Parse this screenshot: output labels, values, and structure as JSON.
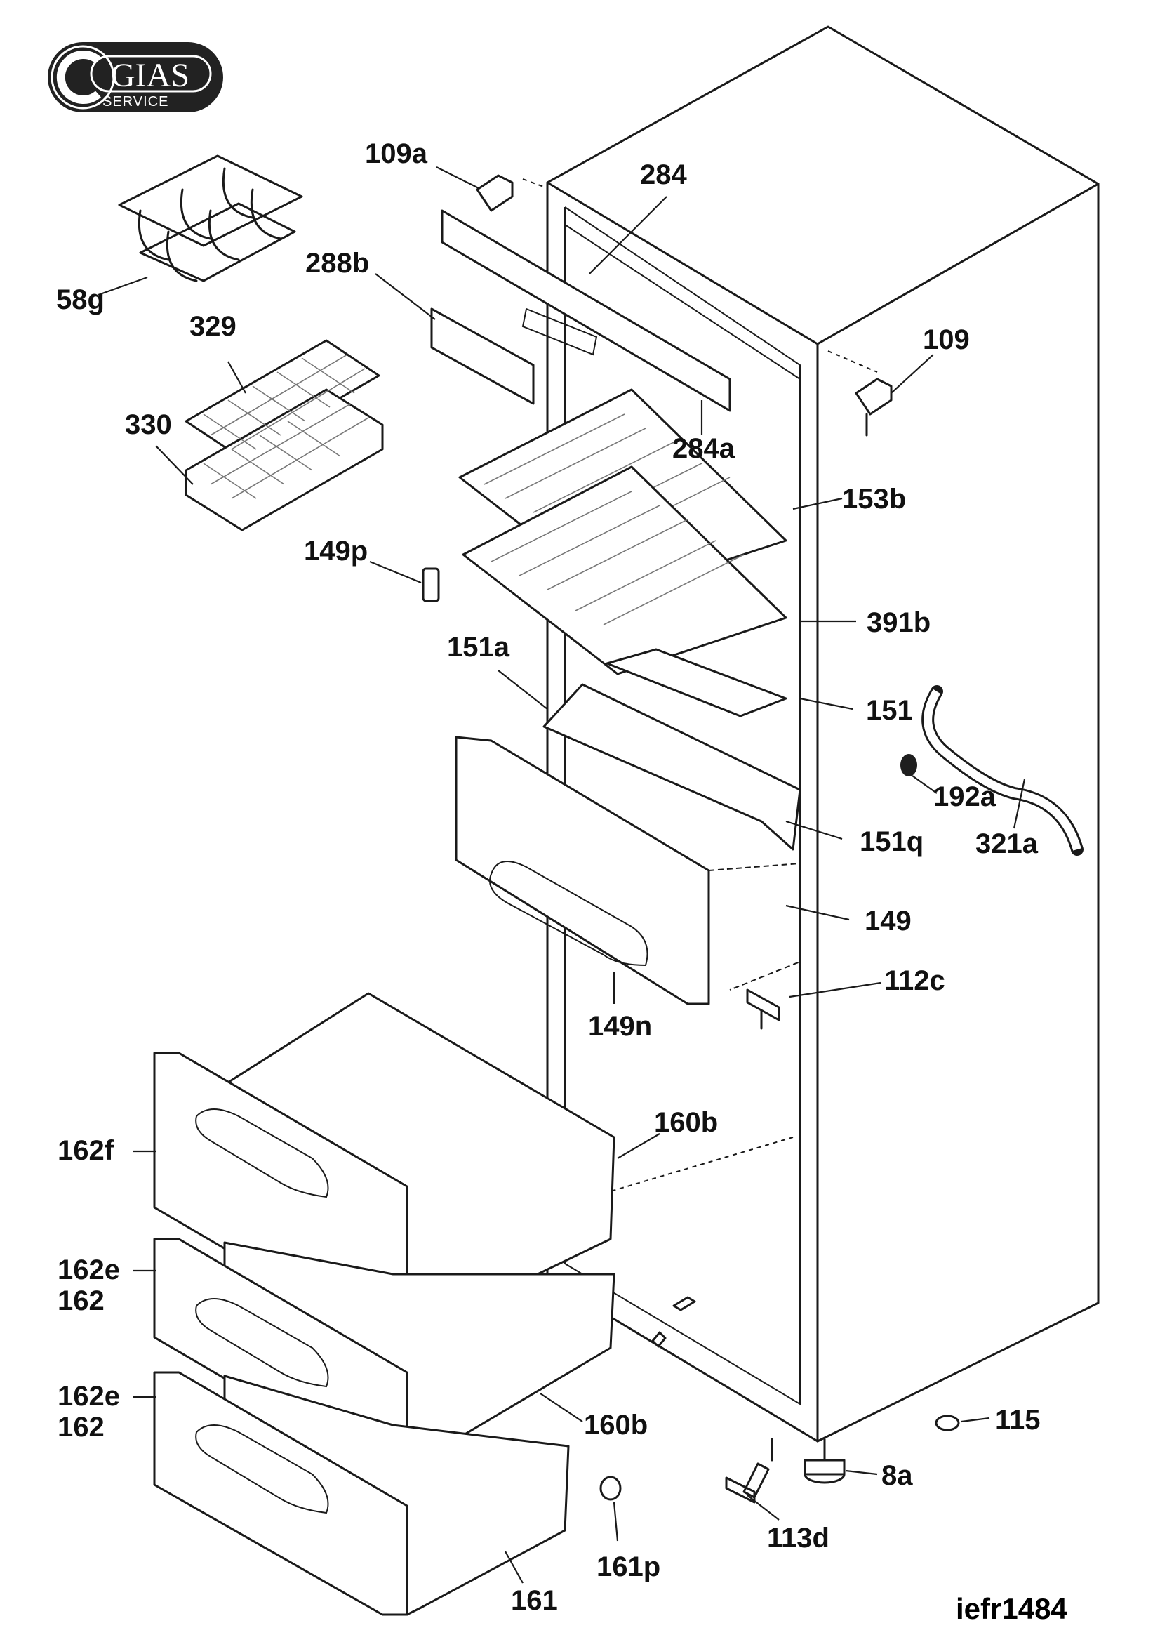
{
  "logo": {
    "brand": "GIAS",
    "sub": "SERVICE"
  },
  "drawing_code": "iefr1484",
  "parts": [
    {
      "id": "p-58g",
      "label": "58g"
    },
    {
      "id": "p-329",
      "label": "329"
    },
    {
      "id": "p-330",
      "label": "330"
    },
    {
      "id": "p-288b",
      "label": "288b"
    },
    {
      "id": "p-109a",
      "label": "109a"
    },
    {
      "id": "p-284",
      "label": "284"
    },
    {
      "id": "p-284a",
      "label": "284a"
    },
    {
      "id": "p-109",
      "label": "109"
    },
    {
      "id": "p-153b",
      "label": "153b"
    },
    {
      "id": "p-149p",
      "label": "149p"
    },
    {
      "id": "p-391b",
      "label": "391b"
    },
    {
      "id": "p-151a",
      "label": "151a"
    },
    {
      "id": "p-151",
      "label": "151"
    },
    {
      "id": "p-192a",
      "label": "192a"
    },
    {
      "id": "p-321a",
      "label": "321a"
    },
    {
      "id": "p-151q",
      "label": "151q"
    },
    {
      "id": "p-149",
      "label": "149"
    },
    {
      "id": "p-112c",
      "label": "112c"
    },
    {
      "id": "p-149n",
      "label": "149n"
    },
    {
      "id": "p-160b-top",
      "label": "160b"
    },
    {
      "id": "p-162f",
      "label": "162f"
    },
    {
      "id": "p-162e-1",
      "label": "162e"
    },
    {
      "id": "p-162-1",
      "label": "162"
    },
    {
      "id": "p-162e-2",
      "label": "162e"
    },
    {
      "id": "p-162-2",
      "label": "162"
    },
    {
      "id": "p-160b-low",
      "label": "160b"
    },
    {
      "id": "p-115",
      "label": "115"
    },
    {
      "id": "p-8a",
      "label": "8a"
    },
    {
      "id": "p-113d",
      "label": "113d"
    },
    {
      "id": "p-161p",
      "label": "161p"
    },
    {
      "id": "p-161",
      "label": "161"
    }
  ]
}
